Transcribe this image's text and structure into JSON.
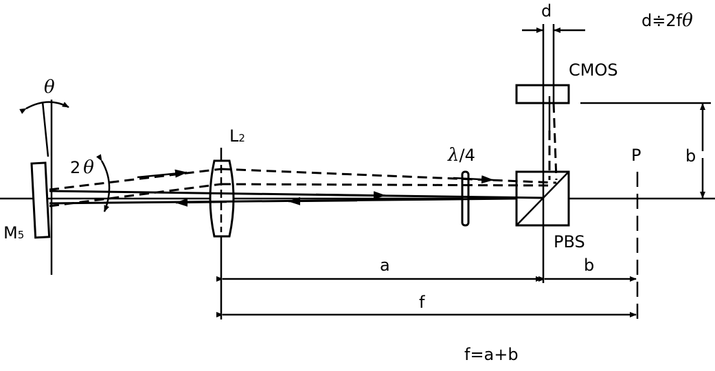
{
  "labels": {
    "theta": "θ",
    "two_theta_prefix": "2",
    "two_theta_symbol": "θ",
    "mirror": "M",
    "mirror_sub": "5",
    "lens": "L",
    "lens_sub": "2",
    "waveplate_lambda": "λ",
    "waveplate_rest": "/4",
    "pbs": "PBS",
    "cmos": "CMOS",
    "d": "d",
    "d_formula_prefix": "d≑2f",
    "d_formula_theta": "θ",
    "p": "P",
    "b_vertical": "b",
    "a": "a",
    "b_horizontal": "b",
    "f": "f",
    "f_formula": "f=a+b"
  }
}
